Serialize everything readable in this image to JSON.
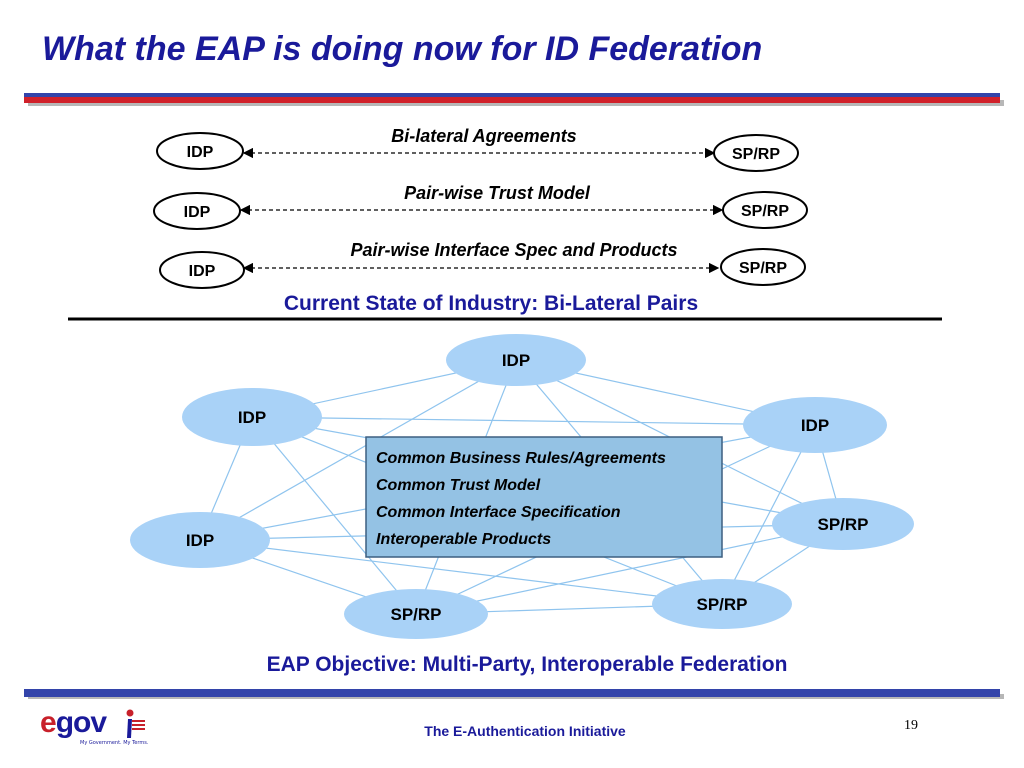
{
  "slide": {
    "title": "What the EAP is doing now for ID Federation",
    "page_number": "19",
    "footer": "The E-Authentication Initiative",
    "logo": {
      "text_e": "e",
      "text_rest": "gov",
      "tagline": "My Government. My Terms.",
      "icon": "flag-figure-icon"
    }
  },
  "bilateral": {
    "rows": [
      {
        "label": "Bi-lateral Agreements",
        "left": "IDP",
        "right": "SP/RP"
      },
      {
        "label": "Pair-wise Trust Model",
        "left": "IDP",
        "right": "SP/RP"
      },
      {
        "label": "Pair-wise Interface Spec and Products",
        "left": "IDP",
        "right": "SP/RP"
      }
    ],
    "caption": "Current State of Industry: Bi-Lateral Pairs"
  },
  "federation": {
    "nodes": [
      "IDP",
      "IDP",
      "IDP",
      "IDP",
      "SP/RP",
      "SP/RP",
      "SP/RP"
    ],
    "center_box": [
      "Common Business Rules/Agreements",
      "Common Trust Model",
      "Common Interface Specification",
      "Interoperable Products"
    ],
    "caption": "EAP Objective: Multi-Party, Interoperable Federation"
  },
  "colors": {
    "title": "#1a1a9a",
    "band_blue": "#3344aa",
    "band_red": "#d0202a",
    "node_fill": "#a9d2f7",
    "box_fill": "#94c2e4",
    "mesh_line": "#8fc4ee"
  }
}
